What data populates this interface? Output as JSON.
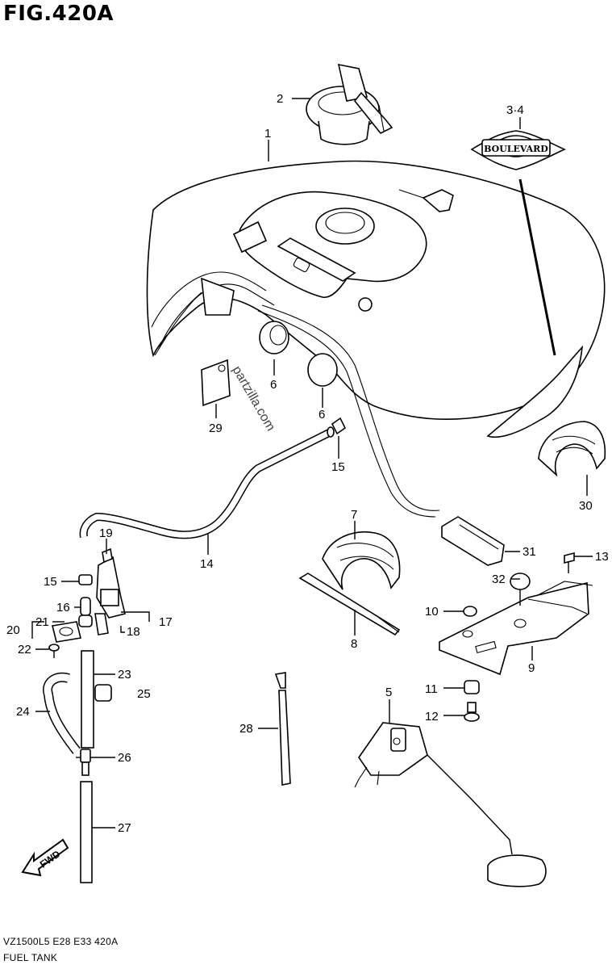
{
  "figure": {
    "title": "FIG.420A",
    "model_code": "VZ1500L5  E28  E33  420A",
    "description": "FUEL TANK",
    "watermark": "partzilla.com",
    "fwd_label": "FWD",
    "emblem_text": "BOULEVARD"
  },
  "callouts": {
    "c1": "1",
    "c2": "2",
    "c3_4": "3·4",
    "c5": "5",
    "c6a": "6",
    "c6b": "6",
    "c7": "7",
    "c8": "8",
    "c9": "9",
    "c10": "10",
    "c11": "11",
    "c12": "12",
    "c13": "13",
    "c14": "14",
    "c15a": "15",
    "c15b": "15",
    "c16": "16",
    "c17": "17",
    "c18": "18",
    "c19": "19",
    "c20": "20",
    "c21": "21",
    "c22": "22",
    "c23": "23",
    "c24": "24",
    "c25": "25",
    "c26": "26",
    "c27": "27",
    "c28": "28",
    "c29": "29",
    "c30": "30",
    "c31": "31",
    "c32": "32"
  }
}
